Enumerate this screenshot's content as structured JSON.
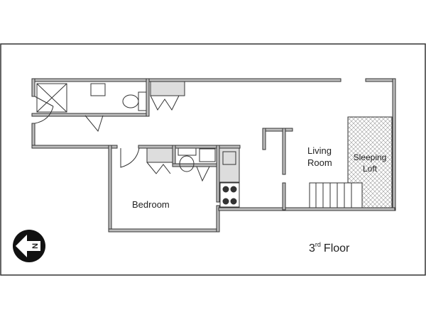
{
  "rooms": {
    "living": [
      "Living",
      "Room"
    ],
    "loft": [
      "Sleeping",
      "Loft"
    ],
    "bedroom": "Bedroom"
  },
  "floor_label": {
    "number": "3",
    "suffix": "rd",
    "word": "Floor"
  },
  "compass": {
    "letter": "N",
    "icon": "north-arrow-icon"
  }
}
